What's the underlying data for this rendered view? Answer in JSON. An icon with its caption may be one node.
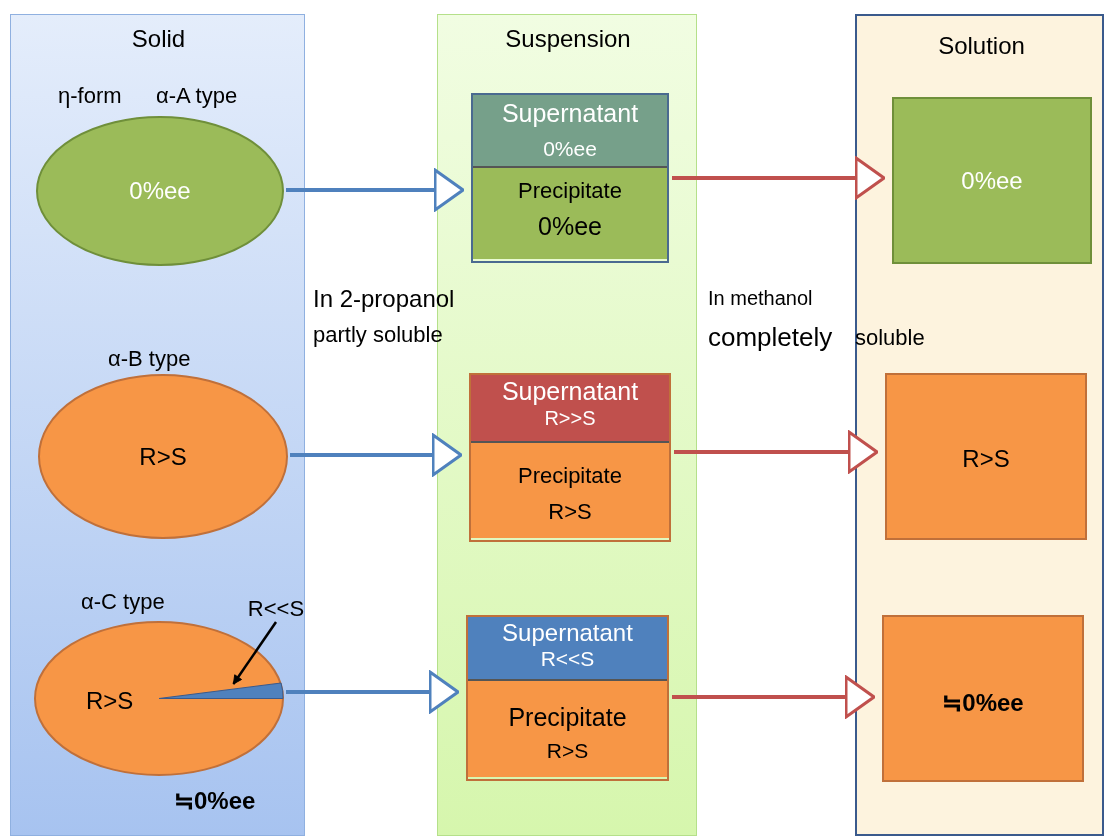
{
  "diagram": {
    "nodes": [
      {
        "text": [
          "Solid"
        ]
      },
      {
        "text": [
          "Suspension"
        ]
      },
      {
        "text": [
          "Solution"
        ]
      },
      {
        "text": [
          "η-form",
          "α-A type",
          "0%ee"
        ],
        "in": 0
      },
      {
        "text": [
          "α-B type",
          "R>S"
        ],
        "in": 0
      },
      {
        "text": [
          "α-C type",
          "R>S"
        ],
        "beside": [
          "≒0%ee"
        ],
        "in": 0
      },
      {
        "text": [
          "R<<S"
        ],
        "in": 0
      },
      {
        "text": [],
        "shape": "wedge",
        "in": 5
      },
      {
        "text": [],
        "shape": "box",
        "in": 1
      },
      {
        "text": [
          "Supernatant",
          "0%ee"
        ],
        "in": 8
      },
      {
        "text": [
          "Precipitate",
          "0%ee"
        ],
        "in": 8
      },
      {
        "text": [],
        "shape": "box",
        "in": 1
      },
      {
        "text": [
          "Supernatant",
          "R>>S"
        ],
        "in": 11
      },
      {
        "text": [
          "Precipitate",
          "R>S"
        ],
        "in": 11
      },
      {
        "text": [],
        "shape": "box",
        "in": 1
      },
      {
        "text": [
          "Supernatant",
          "R<<S"
        ],
        "in": 14
      },
      {
        "text": [
          "Precipitate",
          "R>S"
        ],
        "in": 14
      },
      {
        "text": [
          "0%ee"
        ],
        "in": 2
      },
      {
        "text": [
          "R>S"
        ],
        "in": 2
      },
      {
        "text": [
          "≒0%ee"
        ],
        "in": 2
      }
    ],
    "edges": [
      {
        "from": 3,
        "to": 8,
        "arrow": "to",
        "color": "#4f81bd"
      },
      {
        "from": 4,
        "to": 11,
        "arrow": "to",
        "color": "#4f81bd"
      },
      {
        "from": 5,
        "to": 14,
        "arrow": "to",
        "color": "#4f81bd"
      },
      {
        "from": 8,
        "to": 17,
        "arrow": "to",
        "color": "#c0504d"
      },
      {
        "from": 11,
        "to": 18,
        "arrow": "to",
        "color": "#c0504d"
      },
      {
        "from": 14,
        "to": 19,
        "arrow": "to",
        "color": "#c0504d"
      },
      {
        "from": 6,
        "to": 7,
        "arrow": "to",
        "color": "#000000"
      }
    ],
    "labels": [
      "In 2-propanol",
      "partly soluble",
      "In methanol",
      "completely",
      "soluble"
    ]
  }
}
